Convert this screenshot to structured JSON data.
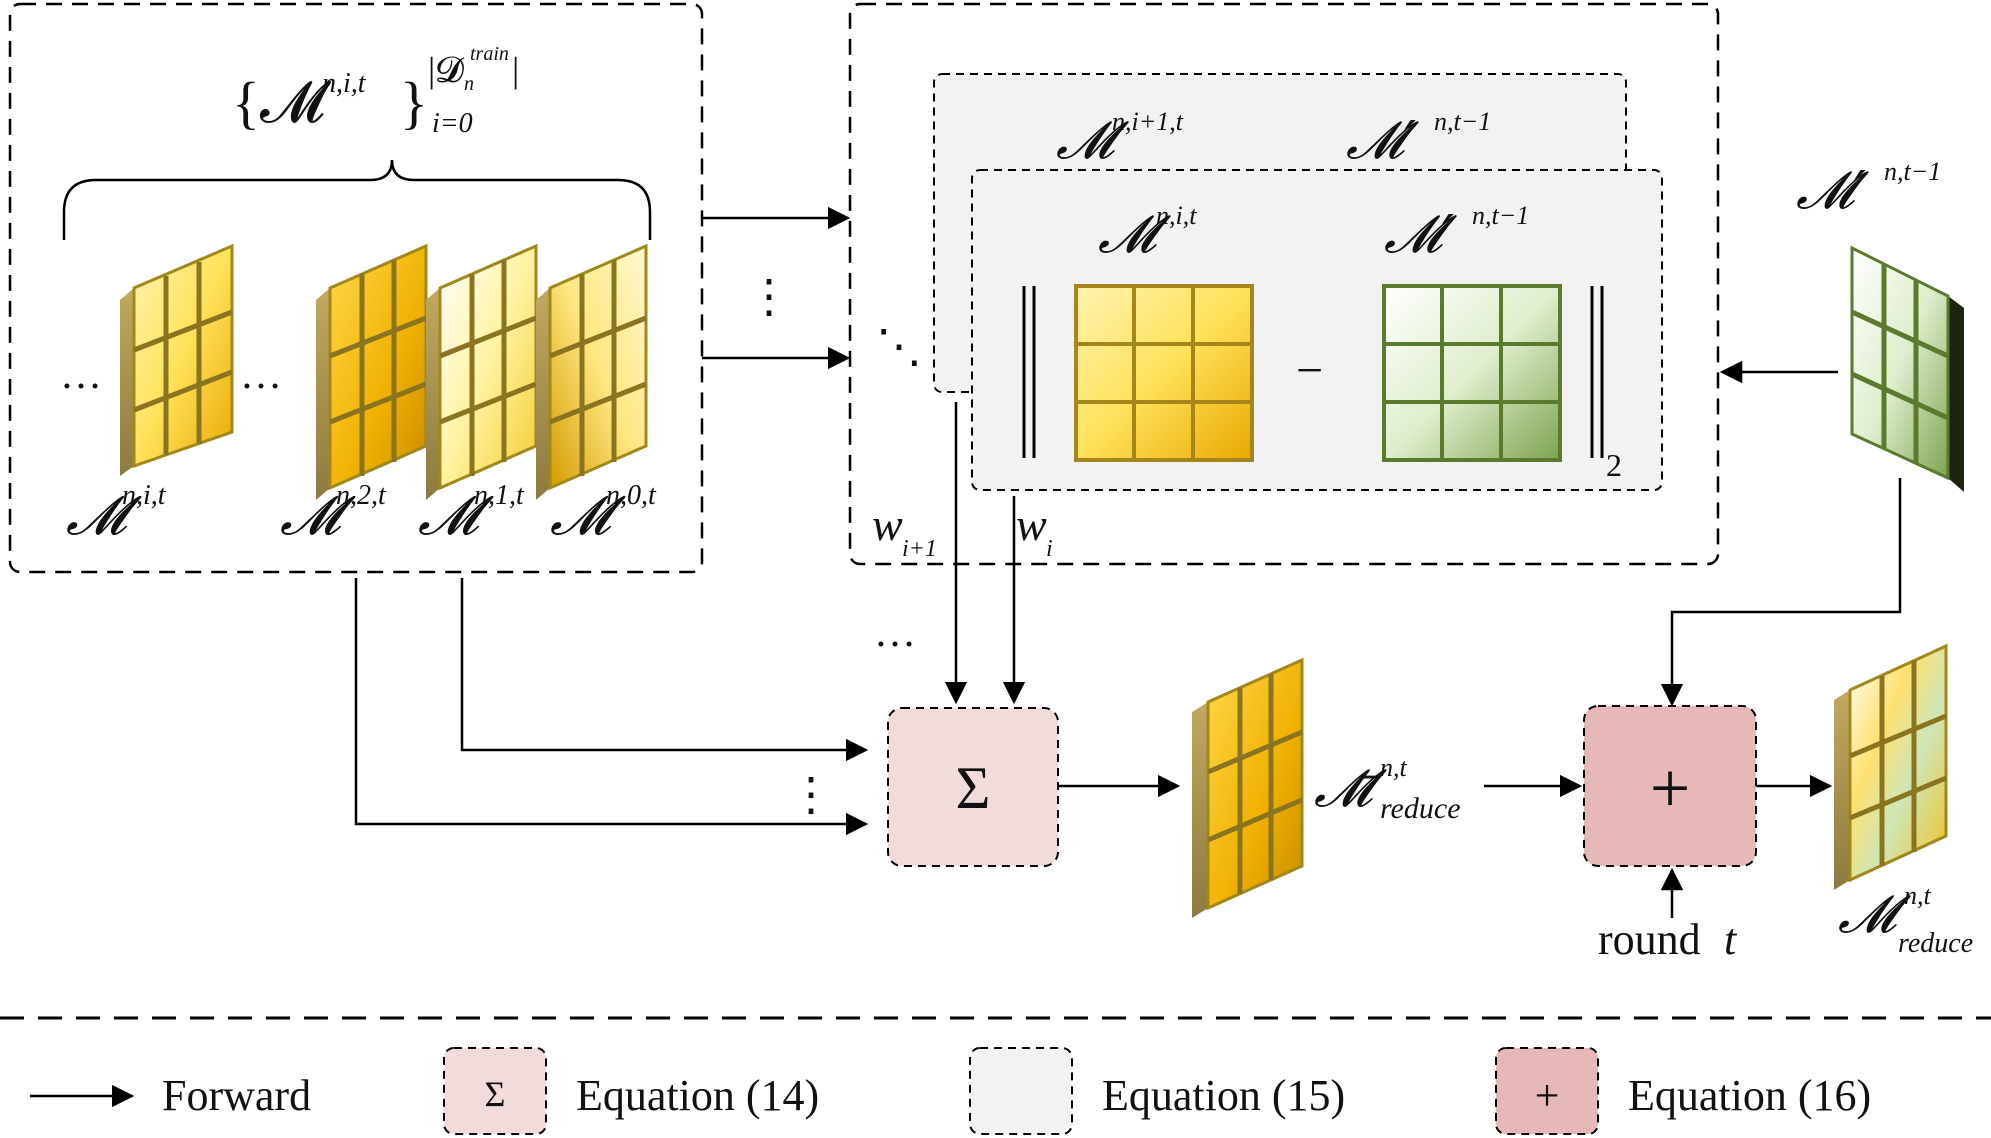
{
  "set_label": {
    "main": "{𝓜",
    "sup": "n,i,t",
    "close": "}",
    "upper": "|𝓓",
    "upper_sup": "train",
    "upper_sub": "n",
    "upper_close": "|",
    "lower": "i=0"
  },
  "maps": [
    {
      "main": "𝓜",
      "sup": "n,i,t"
    },
    {
      "main": "𝓜",
      "sup": "n,2,t"
    },
    {
      "main": "𝓜",
      "sup": "n,1,t"
    },
    {
      "main": "𝓜",
      "sup": "n,0,t"
    }
  ],
  "prev_map": {
    "main": "𝓜′",
    "sup": "n,t−1"
  },
  "back_card": {
    "left": {
      "main": "𝓜",
      "sup": "n,i+1,t"
    },
    "right": {
      "main": "𝓜′",
      "sup": "n,t−1"
    }
  },
  "front_card": {
    "left": {
      "main": "𝓜",
      "sup": "n,i,t"
    },
    "right": {
      "main": "𝓜′",
      "sup": "n,t−1"
    },
    "minus": "−",
    "norm_sub": "2"
  },
  "weights": [
    {
      "main": "w",
      "sub": "i+1"
    },
    {
      "main": "w",
      "sub": "i"
    }
  ],
  "ellipsis": "…",
  "vdots": "⋮",
  "ddots": "⋱",
  "sum_box": {
    "symbol": "Σ"
  },
  "avg_label": {
    "main": "𝓜̄",
    "sup": "n,t",
    "sub": "reduce"
  },
  "plus_box": {
    "symbol": "+",
    "round_label": "round",
    "round_var": "t"
  },
  "out_label": {
    "main": "𝓜",
    "sup": "n,t",
    "sub": "reduce"
  },
  "legend": {
    "forward": "Forward",
    "eq14_symbol": "Σ",
    "eq14": "Equation (14)",
    "eq15": "Equation (15)",
    "eq16_symbol": "+",
    "eq16": "Equation (16)"
  },
  "colors": {
    "sum_fill": "#f2dcdb",
    "plus_fill": "#e6b9b8",
    "card_fill": "#f2f2f2",
    "gold": "#f5c400",
    "green": "#6f8f3a"
  }
}
